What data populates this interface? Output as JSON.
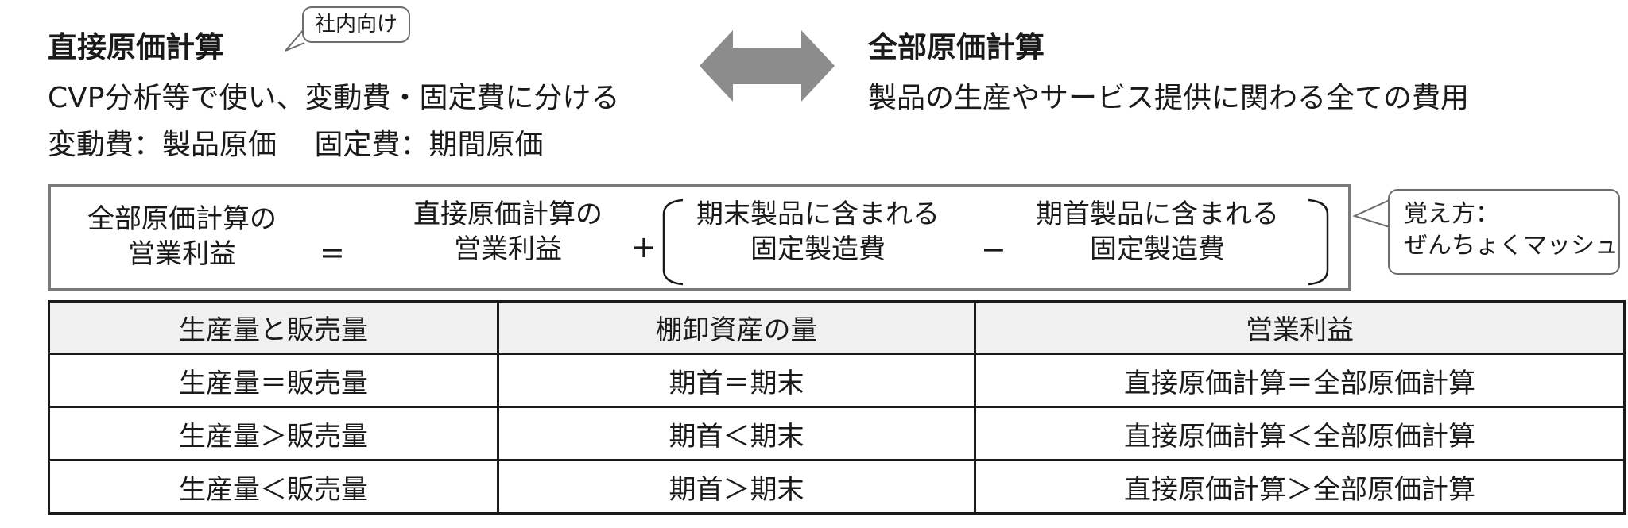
{
  "left": {
    "title": "直接原価計算",
    "tag": "社内向け",
    "desc1": "CVP分析等で使い、変動費・固定費に分ける",
    "desc2": "変動費：製品原価　 固定費：期間原価"
  },
  "right": {
    "title": "全部原価計算",
    "desc": "製品の生産やサービス提供に関わる全ての費用"
  },
  "formula": {
    "lhs": [
      "全部原価計算の",
      "営業利益"
    ],
    "eq": "=",
    "term1": [
      "直接原価計算の",
      "営業利益"
    ],
    "plus": "+",
    "term2": [
      "期末製品に含まれる",
      "固定製造費"
    ],
    "minus": "−",
    "term3": [
      "期首製品に含まれる",
      "固定製造費"
    ]
  },
  "memo": {
    "line1": "覚え方：",
    "line2": "ぜんちょくマッシュ"
  },
  "table": {
    "headers": [
      "生産量と販売量",
      "棚卸資産の量",
      "営業利益"
    ],
    "rows": [
      [
        "生産量＝販売量",
        "期首＝期末",
        "直接原価計算＝全部原価計算"
      ],
      [
        "生産量＞販売量",
        "期首＜期末",
        "直接原価計算＜全部原価計算"
      ],
      [
        "生産量＜販売量",
        "期首＞期末",
        "直接原価計算＞全部原価計算"
      ]
    ]
  },
  "colors": {
    "arrow": "#8c8c8c",
    "box_border": "#7a7a7a",
    "header_bg": "#f0f0f0"
  }
}
